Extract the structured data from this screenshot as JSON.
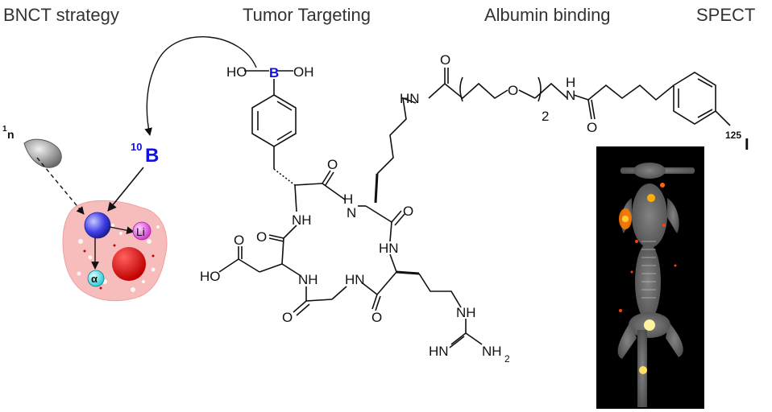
{
  "headers": {
    "bnct": "BNCT strategy",
    "tumor": "Tumor Targeting",
    "albumin": "Albumin binding",
    "spect": "SPECT"
  },
  "bnct": {
    "neutron_mass": "1",
    "neutron_symbol": "n",
    "boron_mass": "10",
    "boron_symbol": "B",
    "lithium": "Li",
    "alpha": "α"
  },
  "molecule": {
    "boronic_ho": "HO",
    "boronic_b": "B",
    "boronic_oh": "OH",
    "amide_o": "O",
    "amide_nh": "NH",
    "amide_hn": "HN",
    "amide_h": "H",
    "amide_n": "N",
    "peg_o": "O",
    "peg_subscript": "2",
    "iodine_mass": "125",
    "iodine_symbol": "I",
    "acid_ho": "HO",
    "guan_hn": "HN",
    "guan_nh2": "NH",
    "guan_nh2_sub": "2"
  },
  "colors": {
    "boron_label": "#1010e0",
    "neutron": "#8a8a8a",
    "boron_sphere": "#3a3ae0",
    "lithium_sphere": "#e050e0",
    "alpha_sphere": "#40d8e0",
    "tumor_cell": "#f6b8b8",
    "red_sphere": "#e00000",
    "bond": "#111111",
    "spect_bg": "#000000"
  }
}
